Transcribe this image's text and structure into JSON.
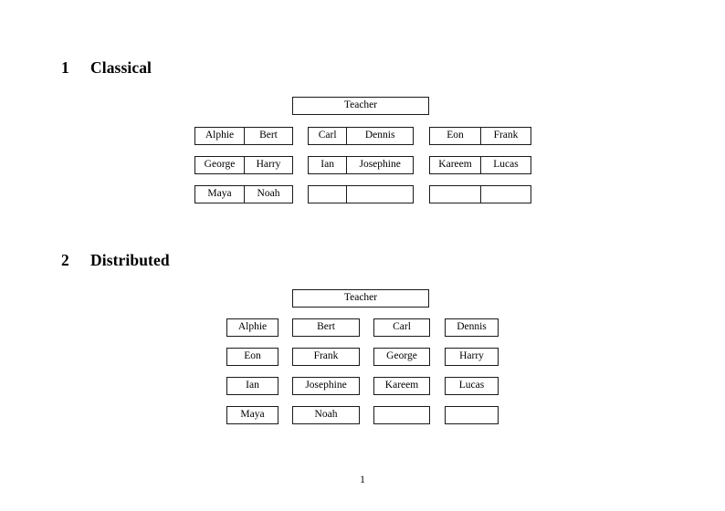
{
  "document": {
    "page_number": "1"
  },
  "sections": [
    {
      "number": "1",
      "title": "Classical",
      "teacher": "Teacher",
      "columns": [
        {
          "rows": [
            [
              "Alphie",
              "Bert"
            ],
            [
              "George",
              "Harry"
            ],
            [
              "Maya",
              "Noah"
            ]
          ]
        },
        {
          "rows": [
            [
              "Carl",
              "Dennis"
            ],
            [
              "Ian",
              "Josephine"
            ],
            [
              "",
              ""
            ]
          ]
        },
        {
          "rows": [
            [
              "Eon",
              "Frank"
            ],
            [
              "Kareem",
              "Lucas"
            ],
            [
              "",
              ""
            ]
          ]
        }
      ]
    },
    {
      "number": "2",
      "title": "Distributed",
      "teacher": "Teacher",
      "grid": [
        [
          "Alphie",
          "Bert",
          "Carl",
          "Dennis"
        ],
        [
          "Eon",
          "Frank",
          "George",
          "Harry"
        ],
        [
          "Ian",
          "Josephine",
          "Kareem",
          "Lucas"
        ],
        [
          "Maya",
          "Noah",
          "",
          ""
        ]
      ]
    }
  ]
}
